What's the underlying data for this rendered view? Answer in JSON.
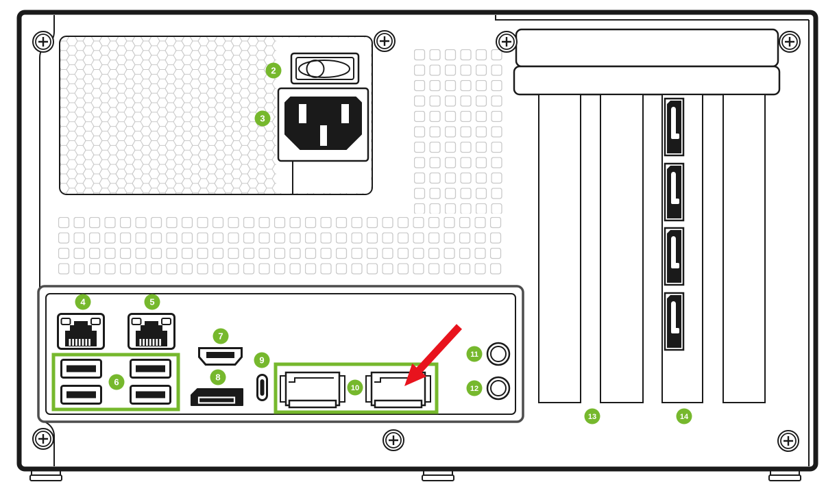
{
  "diagram": {
    "title": "workstation-rear-panel-callout-diagram",
    "description": "Line-art rear view of a tower workstation chassis with numbered green callouts and a red arrow pointing at callout 10",
    "colors": {
      "accent_green": "#76b82d",
      "arrow_red": "#e8131d",
      "line": "#1a1a1a",
      "vent_gray": "#c8c8c8",
      "panel_gray": "#4d4d4d"
    },
    "callouts": [
      {
        "number": "2",
        "target": "power-switch"
      },
      {
        "number": "3",
        "target": "power-inlet"
      },
      {
        "number": "4",
        "target": "ethernet-port-1"
      },
      {
        "number": "5",
        "target": "ethernet-port-2"
      },
      {
        "number": "6",
        "target": "usb-a-port-group"
      },
      {
        "number": "7",
        "target": "hdmi-port"
      },
      {
        "number": "8",
        "target": "displayport"
      },
      {
        "number": "9",
        "target": "usb-c-port"
      },
      {
        "number": "10",
        "target": "transceiver-cage-ports"
      },
      {
        "number": "11",
        "target": "audio-jack-top"
      },
      {
        "number": "12",
        "target": "audio-jack-bottom"
      },
      {
        "number": "13",
        "target": "expansion-slots"
      },
      {
        "number": "14",
        "target": "displayport-adapter-slot"
      }
    ],
    "arrow": {
      "color": "#e8131d",
      "points_to_callout": "10"
    }
  }
}
